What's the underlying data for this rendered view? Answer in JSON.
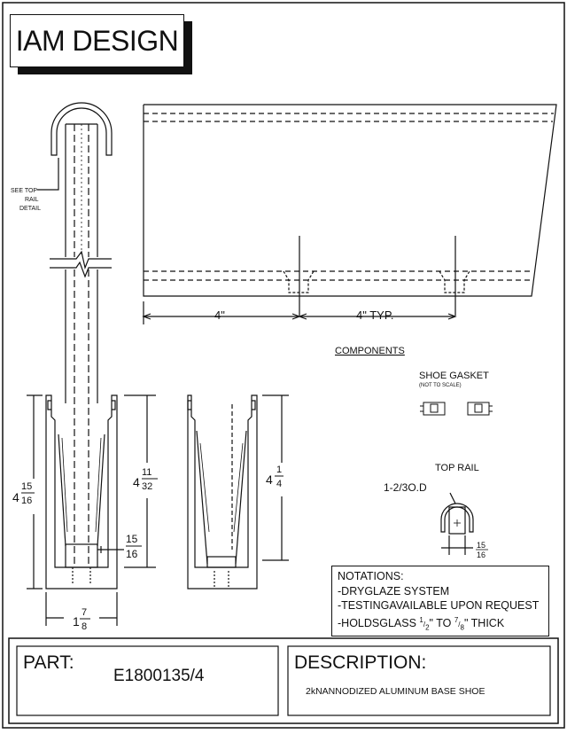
{
  "title": "IAM DESIGN",
  "labels": {
    "see_top_rail": [
      "SEE TOP",
      "RAIL",
      "DETAIL"
    ],
    "dim_4in": "4\"",
    "dim_4in_typ": "4\" TYP.",
    "components": "COMPONENTS",
    "shoe_gasket": "SHOE GASKET",
    "not_to_scale": "(NOT TO SCALE)",
    "top_rail": "TOP RAIL",
    "top_rail_od": "1-2/3O.D",
    "dim_height_left": {
      "whole": "4",
      "num": "15",
      "den": "16"
    },
    "dim_height_mid": {
      "whole": "4",
      "num": "11",
      "den": "32"
    },
    "dim_height_right": {
      "whole": "4",
      "num": "1",
      "den": "4"
    },
    "dim_gap": {
      "num": "15",
      "den": "16"
    },
    "dim_width": {
      "whole": "1",
      "num": "7",
      "den": "8"
    },
    "dim_rail_gap": {
      "num": "15",
      "den": "16"
    }
  },
  "notations": {
    "heading": "NOTATIONS:",
    "items": [
      "-DRYGLAZE SYSTEM",
      "-TESTINGAVAILABLE UPON REQUEST"
    ],
    "glass_prefix": "-HOLDSGLASS ",
    "glass_from": {
      "num": "1",
      "den": "2"
    },
    "glass_mid": " TO ",
    "glass_to": {
      "num": "7",
      "den": "8"
    },
    "glass_suffix": " THICK"
  },
  "part": {
    "label": "PART:",
    "number": "E1800135/4"
  },
  "description": {
    "label": "DESCRIPTION:",
    "text": "2kNANNODIZED ALUMINUM BASE  SHOE"
  },
  "colors": {
    "ink": "#111111",
    "paper": "#ffffff"
  }
}
